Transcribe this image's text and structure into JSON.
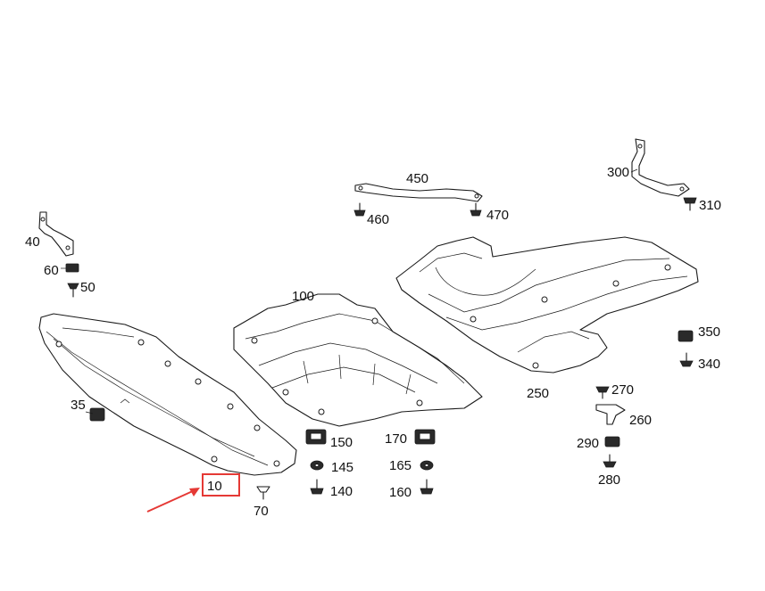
{
  "labels": {
    "p10": "10",
    "p35": "35",
    "p40": "40",
    "p50": "50",
    "p60": "60",
    "p70": "70",
    "p100": "100",
    "p140": "140",
    "p145": "145",
    "p150": "150",
    "p160": "160",
    "p165": "165",
    "p170": "170",
    "p250": "250",
    "p260": "260",
    "p270": "270",
    "p280": "280",
    "p290": "290",
    "p300": "300",
    "p310": "310",
    "p340": "340",
    "p350": "350",
    "p450": "450",
    "p460": "460",
    "p470": "470"
  },
  "highlight": {
    "part": "10",
    "color": "#e53935"
  }
}
